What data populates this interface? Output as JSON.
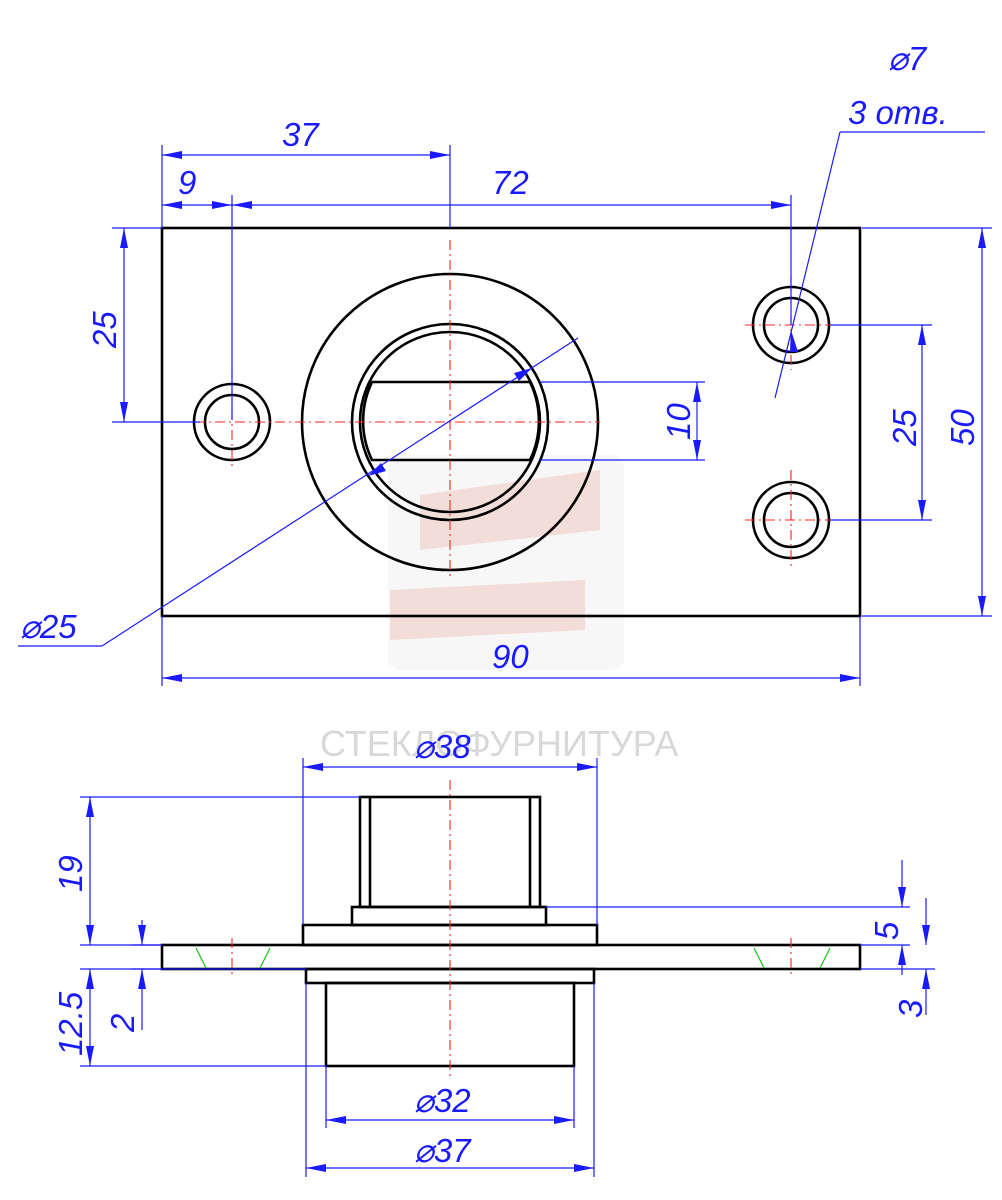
{
  "watermark": {
    "text": "СТЕКЛОФУРНИТУРА"
  },
  "top_view": {
    "dims": {
      "d37": "37",
      "d9": "9",
      "d72": "72",
      "hole_dia": "⌀7",
      "hole_count": "3 отв.",
      "d25_left": "25",
      "d10": "10",
      "d25_right": "25",
      "d50": "50",
      "dia25": "⌀25",
      "d90": "90"
    }
  },
  "side_view": {
    "dims": {
      "dia38": "⌀38",
      "d19": "19",
      "d5": "5",
      "d3": "3",
      "d2": "2",
      "d12_5": "12.5",
      "dia32": "⌀32",
      "dia37": "⌀37"
    }
  },
  "colors": {
    "outline": "#000000",
    "dimension": "#1a1aff",
    "centerline": "#ff2020",
    "chamfer": "#22cc22"
  }
}
